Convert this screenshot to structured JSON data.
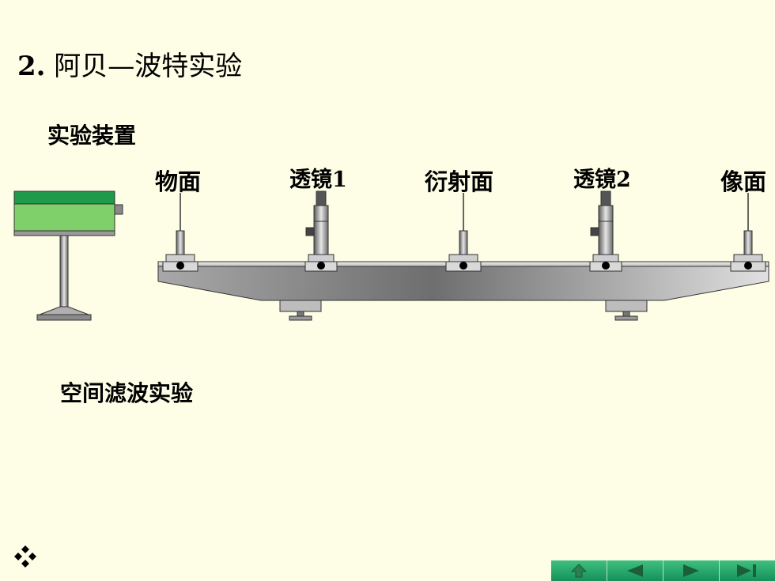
{
  "slide": {
    "title_number": "2.",
    "title_text": " 阿贝—波特实验",
    "subheading": "实验装置",
    "filter_text": "空间滤波实验"
  },
  "bench": {
    "labels": {
      "object_plane": "物面",
      "lens1": "透镜1",
      "diffraction_plane": "衍射面",
      "lens2": "透镜2",
      "image_plane": "像面"
    }
  },
  "navigation": {
    "buttons": [
      "home-icon",
      "previous-icon",
      "next-icon",
      "last-icon"
    ]
  },
  "colors": {
    "background": "#fefee6",
    "laser_green": "#1e9a4a",
    "nav_green": "#22a066"
  }
}
